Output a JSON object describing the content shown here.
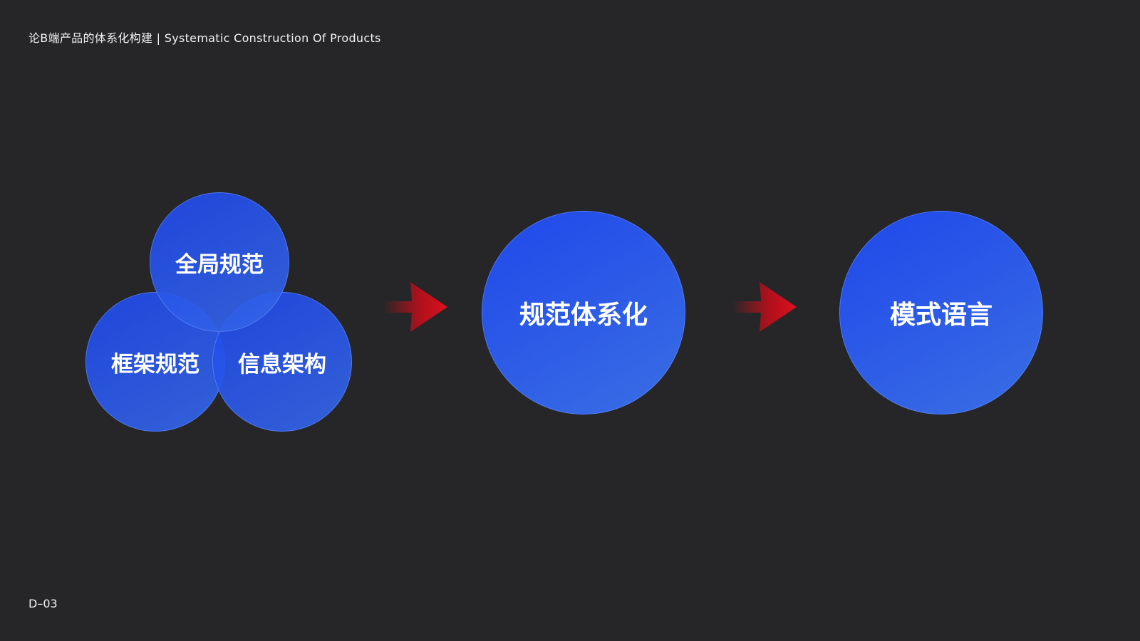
{
  "header": {
    "title": "论B端产品的体系化构建 | Systematic Construction Of Products"
  },
  "footer": {
    "page_code": "D–03"
  },
  "diagram": {
    "group": {
      "global_spec": "全局规范",
      "framework_spec": "框架规范",
      "info_architecture": "信息架构"
    },
    "spec_system": "规范体系化",
    "pattern_language": "模式语言"
  },
  "colors": {
    "background": "#262628",
    "circle_blue": "#1f48ea",
    "arrow_red": "#d0101c"
  },
  "icons": {
    "arrow": "arrow-right-icon"
  }
}
